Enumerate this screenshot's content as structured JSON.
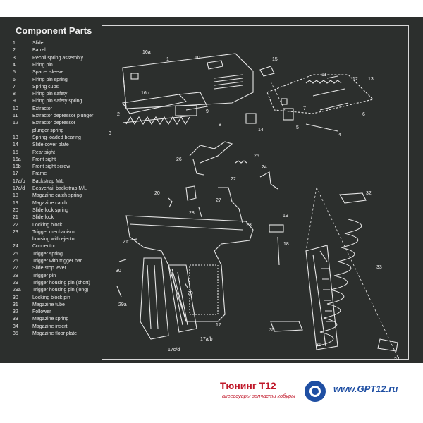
{
  "panel_title": "Component Parts",
  "parts": [
    {
      "num": "1",
      "name": "Slide"
    },
    {
      "num": "2",
      "name": "Barrel"
    },
    {
      "num": "3",
      "name": "Recoil spring assembly"
    },
    {
      "num": "4",
      "name": "Firing pin"
    },
    {
      "num": "5",
      "name": "Spacer sleeve"
    },
    {
      "num": "6",
      "name": "Firing pin spring"
    },
    {
      "num": "7",
      "name": "Spring cups"
    },
    {
      "num": "8",
      "name": "Firing pin safety"
    },
    {
      "num": "9",
      "name": "Firing pin safety spring"
    },
    {
      "num": "10",
      "name": "Extractor"
    },
    {
      "num": "11",
      "name": "Extractor depressor plunger"
    },
    {
      "num": "12",
      "name": "Extractor depressor"
    },
    {
      "num": "",
      "name": "plunger spring"
    },
    {
      "num": "13",
      "name": "Spring-loaded bearing"
    },
    {
      "num": "14",
      "name": "Slide cover plate"
    },
    {
      "num": "15",
      "name": "Rear sight"
    },
    {
      "num": "16a",
      "name": "Front sight"
    },
    {
      "num": "16b",
      "name": "Front sight screw"
    },
    {
      "num": "17",
      "name": "Frame"
    },
    {
      "num": "17a/b",
      "name": "Backstrap M/L"
    },
    {
      "num": "17c/d",
      "name": "Beavertail backstrap M/L"
    },
    {
      "num": "18",
      "name": "Magazine catch spring"
    },
    {
      "num": "19",
      "name": "Magazine catch"
    },
    {
      "num": "20",
      "name": "Slide lock spring"
    },
    {
      "num": "21",
      "name": "Slide lock"
    },
    {
      "num": "22",
      "name": "Locking block"
    },
    {
      "num": "23",
      "name": "Trigger mechanism"
    },
    {
      "num": "",
      "name": "housing with ejector"
    },
    {
      "num": "24",
      "name": "Connector"
    },
    {
      "num": "25",
      "name": "Trigger spring"
    },
    {
      "num": "26",
      "name": "Trigger with trigger bar"
    },
    {
      "num": "27",
      "name": "Slide stop lever"
    },
    {
      "num": "28",
      "name": "Trigger pin"
    },
    {
      "num": "29",
      "name": "Trigger housing pin (short)"
    },
    {
      "num": "29a",
      "name": "Trigger housing pin (long)"
    },
    {
      "num": "30",
      "name": "Locking block pin"
    },
    {
      "num": "31",
      "name": "Magazine tube"
    },
    {
      "num": "32",
      "name": "Follower"
    },
    {
      "num": "33",
      "name": "Magazine spring"
    },
    {
      "num": "34",
      "name": "Magazine insert"
    },
    {
      "num": "35",
      "name": "Magazine floor plate"
    }
  ],
  "callouts": {
    "c1": "1",
    "c2": "2",
    "c3": "3",
    "c4": "4",
    "c5": "5",
    "c6": "6",
    "c7": "7",
    "c8": "8",
    "c9": "9",
    "c10": "10",
    "c11": "11",
    "c12": "12",
    "c13": "13",
    "c14": "14",
    "c15": "15",
    "c16a": "16a",
    "c16b": "16b",
    "c17": "17",
    "c17ab": "17a/b",
    "c17cd": "17c/d",
    "c18": "18",
    "c19": "19",
    "c20": "20",
    "c21": "21",
    "c22": "22",
    "c23": "23",
    "c24": "24",
    "c25": "25",
    "c26": "26",
    "c27": "27",
    "c28": "28",
    "c29": "29",
    "c29a": "29a",
    "c30": "30",
    "c31": "31",
    "c32": "32",
    "c33": "33",
    "c34": "34",
    "c35": "35"
  },
  "footer": {
    "brand": "Тюнинг Т12",
    "tagline": "аксессуары запчасти кобуры",
    "url": "www.GPT12.ru"
  },
  "colors": {
    "mat": "#2c2f2d",
    "line": "#e6e6e6",
    "brand_red": "#c0182a",
    "brand_blue": "#1f4fa3"
  }
}
